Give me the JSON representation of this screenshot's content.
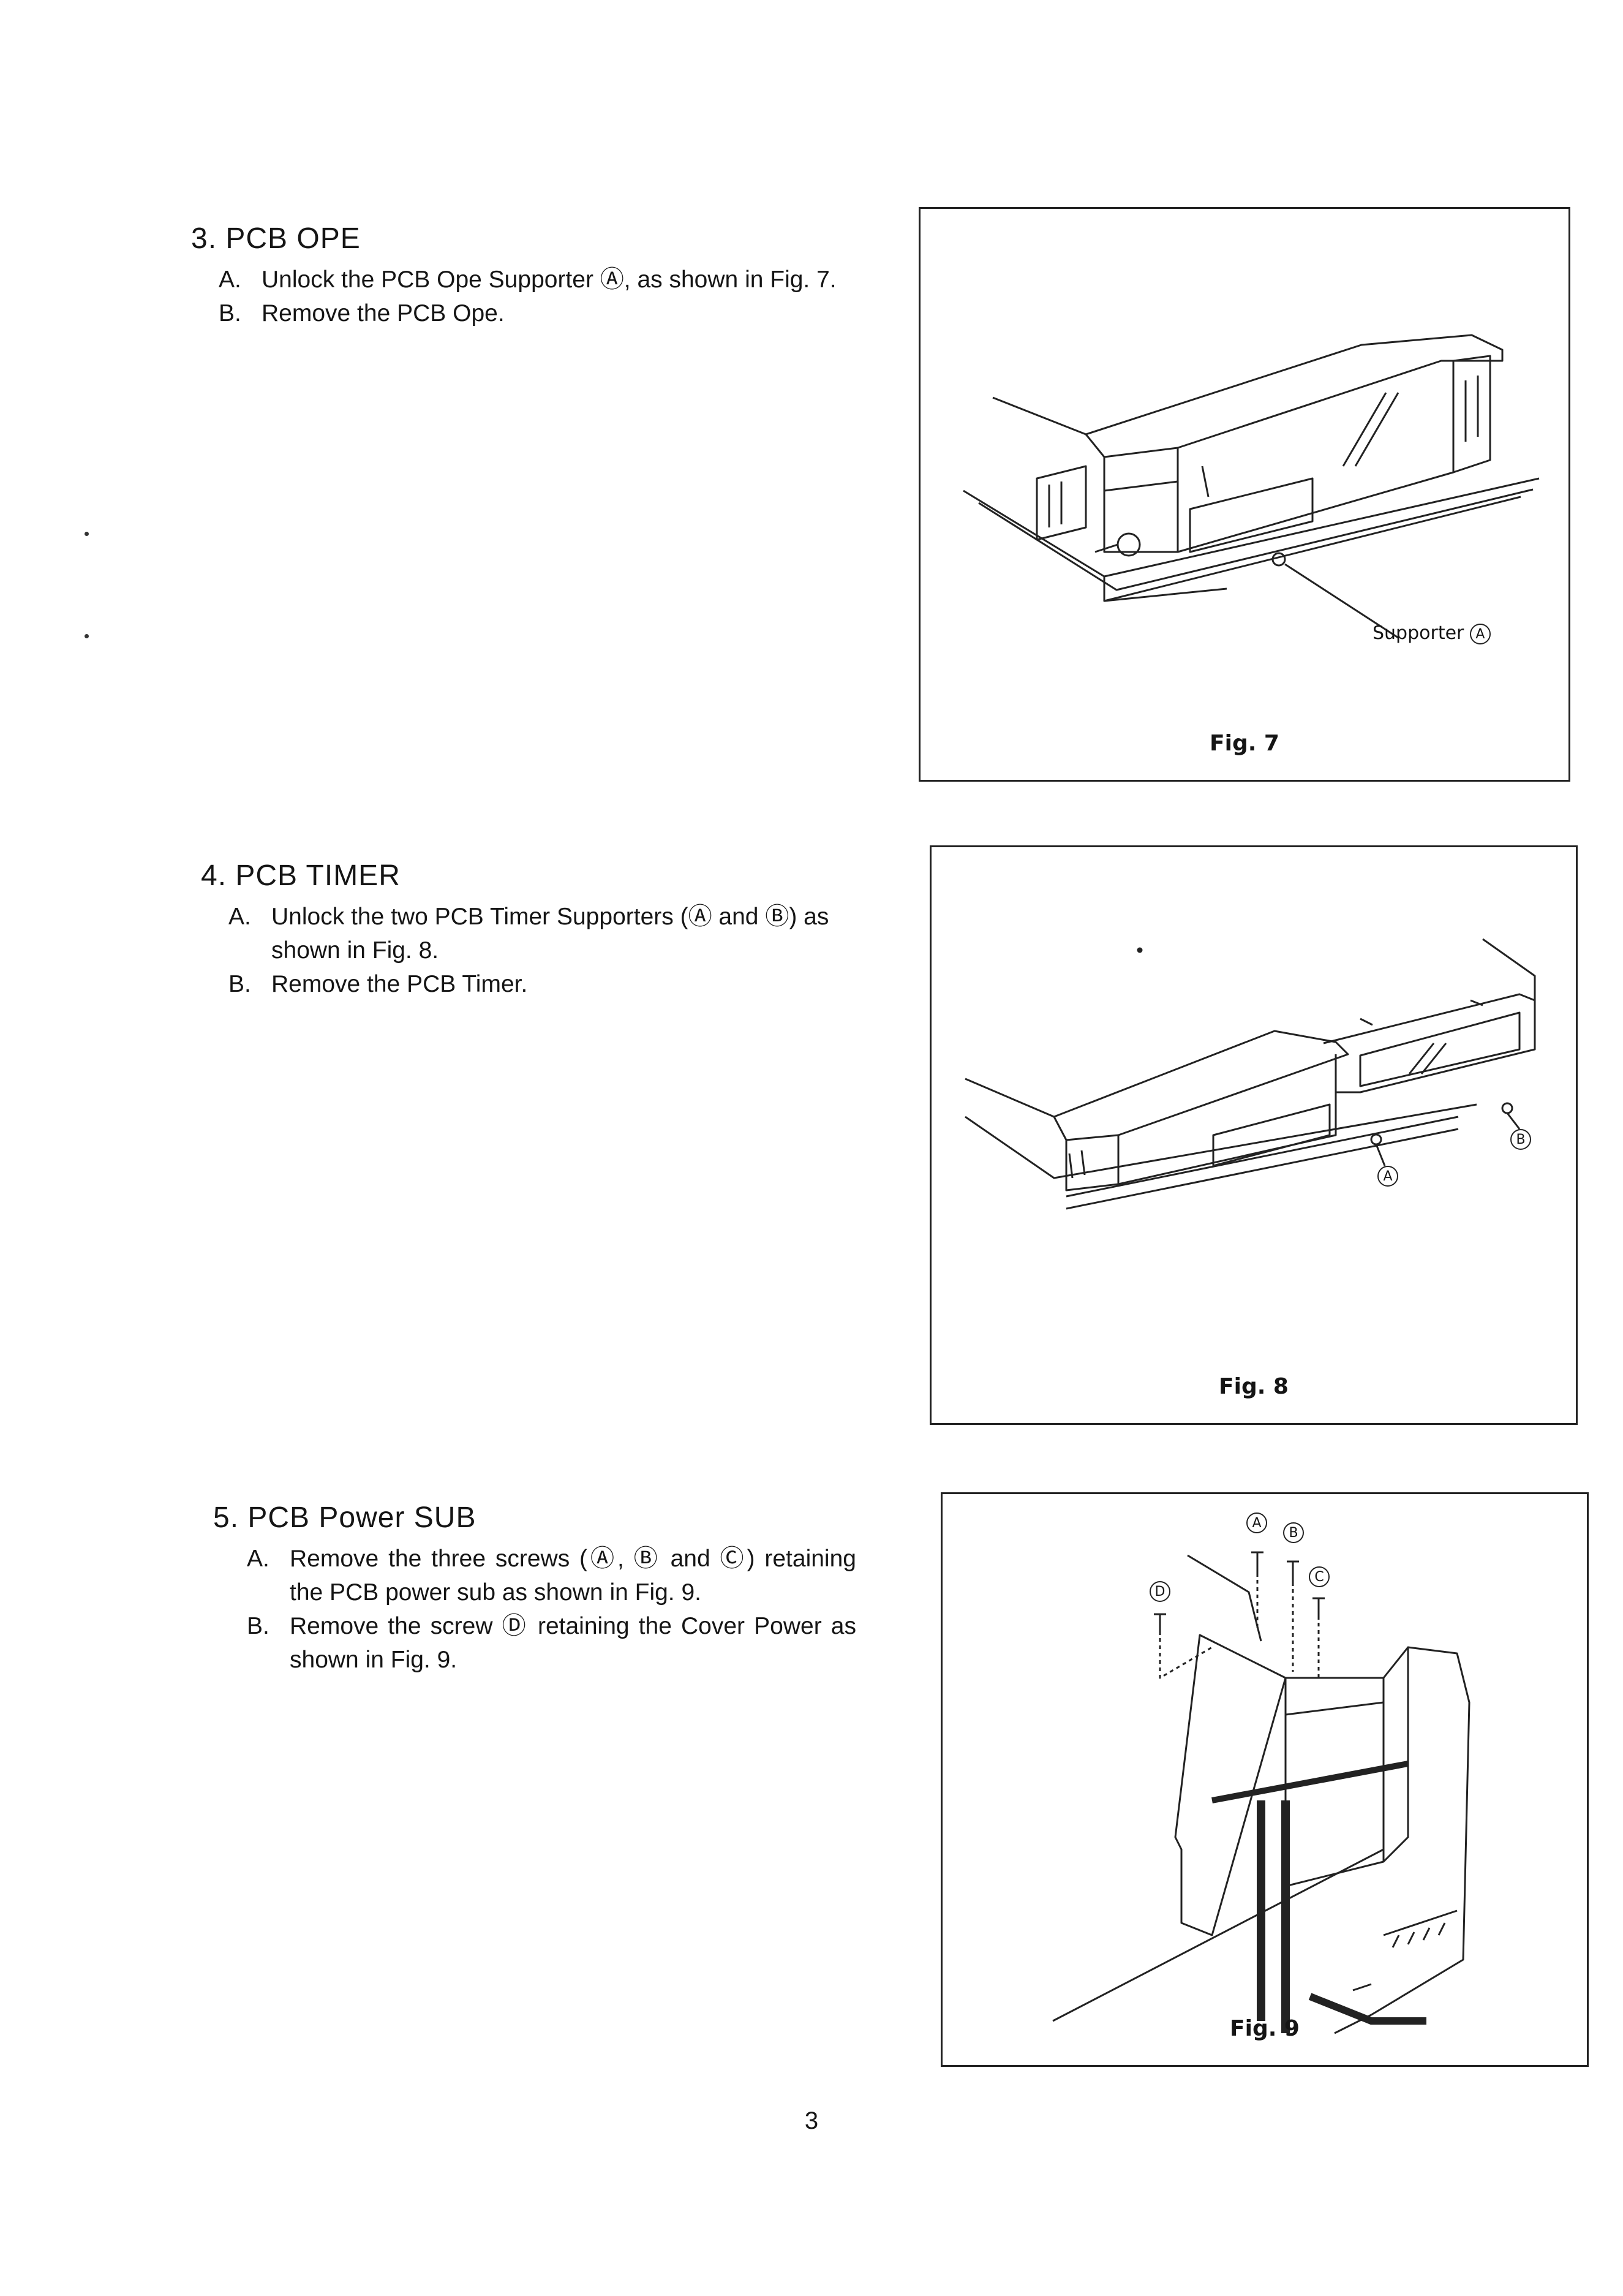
{
  "sections": [
    {
      "title": "3. PCB OPE",
      "steps": [
        {
          "letter": "A.",
          "parts": [
            "Unlock the PCB Ope Supporter ",
            "Ⓐ",
            ", as shown in Fig. 7."
          ]
        },
        {
          "letter": "B.",
          "parts": [
            "Remove the PCB Ope.",
            "",
            ""
          ]
        }
      ]
    },
    {
      "title": "4. PCB TIMER",
      "steps": [
        {
          "letter": "A.",
          "parts": [
            "Unlock the two PCB Timer Supporters (",
            "Ⓐ",
            " and ",
            "Ⓑ",
            ") as shown in Fig. 8."
          ]
        },
        {
          "letter": "B.",
          "parts": [
            "Remove the PCB Timer."
          ]
        }
      ]
    },
    {
      "title": "5. PCB Power SUB",
      "steps": [
        {
          "letter": "A.",
          "parts": [
            "Remove the three screws (",
            "Ⓐ",
            ", ",
            "Ⓑ",
            " and ",
            "Ⓒ",
            ") retaining the PCB power sub as shown in Fig. 9."
          ]
        },
        {
          "letter": "B.",
          "parts": [
            "Remove the screw ",
            "Ⓓ",
            " retaining the Cover Power as shown in Fig. 9."
          ]
        }
      ]
    }
  ],
  "figures": [
    {
      "caption": "Fig. 7",
      "callout_label": "Supporter",
      "callout_marker": "A"
    },
    {
      "caption": "Fig. 8",
      "markers": [
        "A",
        "B"
      ]
    },
    {
      "caption": "Fig. 9",
      "markers": [
        "A",
        "B",
        "C",
        "D"
      ]
    }
  ],
  "page_number": "3"
}
